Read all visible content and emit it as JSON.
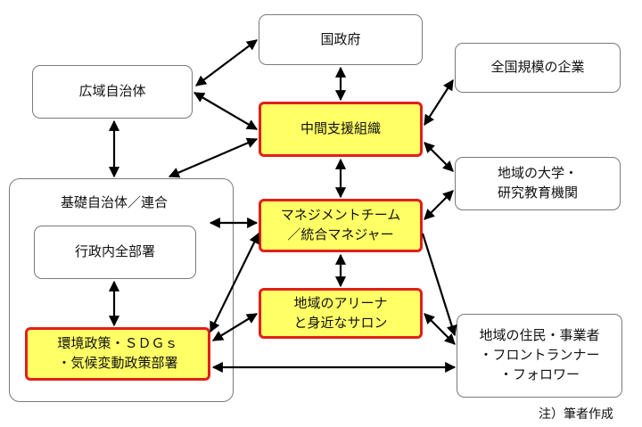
{
  "nodes": {
    "national_gov": "国政府",
    "prefecture": "広域自治体",
    "intermediary": "中間支援組織",
    "national_companies": "全国規模の企業",
    "local_university": "地域の大学・\n研究教育機関",
    "municipality_group": "基礎自治体／連合",
    "all_departments": "行政内全部署",
    "env_policy": "環境政策・ＳＤＧｓ\n・気候変動政策部署",
    "management_team": "マネジメントチーム\n／統合マネジャー",
    "arena_salon": "地域のアリーナ\nと身近なサロン",
    "local_residents": "地域の住民・事業者\n・フロントランナー\n・フォロワー"
  },
  "note": "注）筆者作成",
  "colors": {
    "highlight_fill": "#ffff66",
    "highlight_border": "#e0201a",
    "box_border": "#7a7a7a",
    "arrow": "#000000"
  }
}
